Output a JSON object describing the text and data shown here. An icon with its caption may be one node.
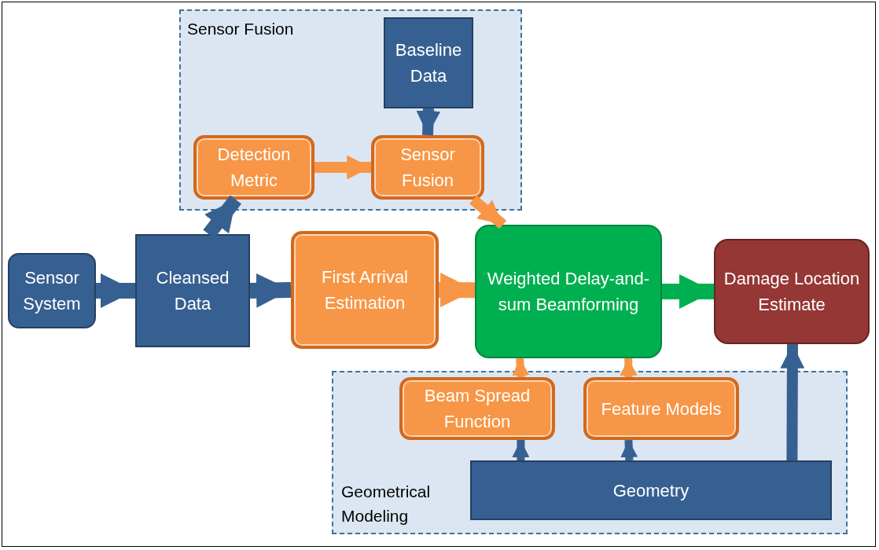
{
  "diagram": {
    "nodes": [
      {
        "text": [
          "Sensor Fusion"
        ]
      },
      {
        "text": [
          "Baseline Data"
        ],
        "in": 0
      },
      {
        "text": [
          "Detection Metric"
        ],
        "in": 0
      },
      {
        "text": [
          "Sensor Fusion"
        ],
        "in": 0
      },
      {
        "text": [
          "Sensor System"
        ]
      },
      {
        "text": [
          "Cleansed Data"
        ]
      },
      {
        "text": [
          "First Arrival Estimation"
        ]
      },
      {
        "text": [
          "Weighted Delay-and-sum Beamforming"
        ]
      },
      {
        "text": [
          "Damage Location Estimate"
        ]
      },
      {
        "text": [
          "Geometrical Modeling"
        ]
      },
      {
        "text": [
          "Beam Spread Function"
        ],
        "in": 9
      },
      {
        "text": [
          "Feature Models"
        ],
        "in": 9
      },
      {
        "text": [
          "Geometry"
        ],
        "in": 9
      }
    ],
    "edges": [
      {
        "from": 4,
        "to": 5,
        "arrow": "to"
      },
      {
        "from": 5,
        "to": 2,
        "arrow": "to"
      },
      {
        "from": 5,
        "to": 6,
        "arrow": "to"
      },
      {
        "from": 2,
        "to": 3,
        "arrow": "to",
        "color": "#f79646"
      },
      {
        "from": 1,
        "to": 3,
        "arrow": "to"
      },
      {
        "from": 3,
        "to": 7,
        "arrow": "to",
        "color": "#f79646"
      },
      {
        "from": 6,
        "to": 7,
        "arrow": "to",
        "color": "#f79646"
      },
      {
        "from": 7,
        "to": 8,
        "arrow": "to",
        "color": "#00b050"
      },
      {
        "from": 10,
        "to": 7,
        "arrow": "to",
        "color": "#f79646"
      },
      {
        "from": 11,
        "to": 7,
        "arrow": "to",
        "color": "#f79646"
      },
      {
        "from": 12,
        "to": 10,
        "arrow": "to"
      },
      {
        "from": 12,
        "to": 11,
        "arrow": "to"
      },
      {
        "from": 12,
        "to": 8,
        "arrow": "to"
      }
    ]
  }
}
